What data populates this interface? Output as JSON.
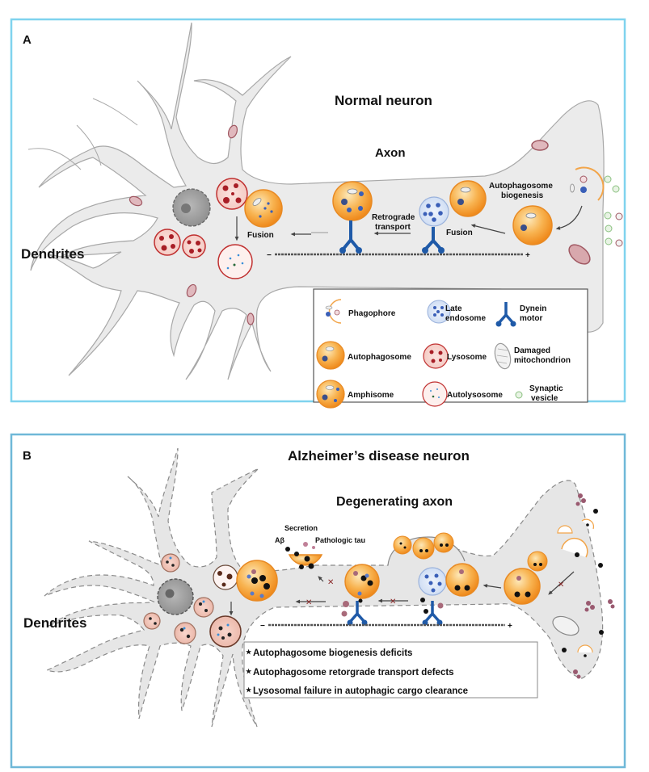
{
  "panels": [
    {
      "letter": "A",
      "title": "Normal neuron",
      "region_label": "Axon",
      "dendrites_label": "Dendrites",
      "labels": {
        "autophagosome_biogenesis_1": "Autophagosome",
        "autophagosome_biogenesis_2": "biogenesis",
        "retrograde_1": "Retrograde",
        "retrograde_2": "transport",
        "fusion_axon": "Fusion",
        "fusion_soma": "Fusion",
        "minus_end": "−",
        "plus_end": "+"
      }
    },
    {
      "letter": "B",
      "title": "Alzheimer’s disease neuron",
      "region_label": "Degenerating axon",
      "dendrites_label": "Dendrites",
      "labels": {
        "secretion": "Secretion",
        "abeta": "Aβ",
        "pathologic_tau": "Pathologic tau",
        "minus_end": "−",
        "plus_end": "+"
      },
      "deficits": [
        "Autophagosome biogenesis deficits",
        "Autophagosome retorgrade transport defects",
        "Lysosomal failure in autophagic cargo clearance"
      ],
      "bullet": "★"
    }
  ],
  "legend": {
    "items": [
      {
        "icon": "phagophore-icon",
        "label_1": "Phagophore",
        "label_2": ""
      },
      {
        "icon": "late-endosome-icon",
        "label_1": "Late",
        "label_2": "endosome"
      },
      {
        "icon": "dynein-motor-icon",
        "label_1": "Dynein",
        "label_2": "motor"
      },
      {
        "icon": "autophagosome-icon",
        "label_1": "Autophagosome",
        "label_2": ""
      },
      {
        "icon": "lysosome-icon",
        "label_1": "Lysosome",
        "label_2": ""
      },
      {
        "icon": "damaged-mitochondrion-icon",
        "label_1": "Damaged",
        "label_2": "mitochondrion"
      },
      {
        "icon": "amphisome-icon",
        "label_1": "Amphisome",
        "label_2": ""
      },
      {
        "icon": "autolysosome-icon",
        "label_1": "Autolysosome",
        "label_2": ""
      },
      {
        "icon": "synaptic-vesicle-icon",
        "label_1": "Synaptic",
        "label_2": "vesicle"
      }
    ]
  },
  "colors": {
    "panel_border": "#7fd3ee",
    "panel_b_border": "#6fb8d8",
    "neuron_fill": "#e8e8e8",
    "neuron_stroke": "#9a9a9a",
    "autophagosome": "#f6a33a",
    "lysosome": "#b8202a",
    "late_endosome": "#3a5fb8",
    "dynein": "#1f5aa8",
    "mitochondrion": "#b06e78",
    "tau": "#8a4a60"
  }
}
